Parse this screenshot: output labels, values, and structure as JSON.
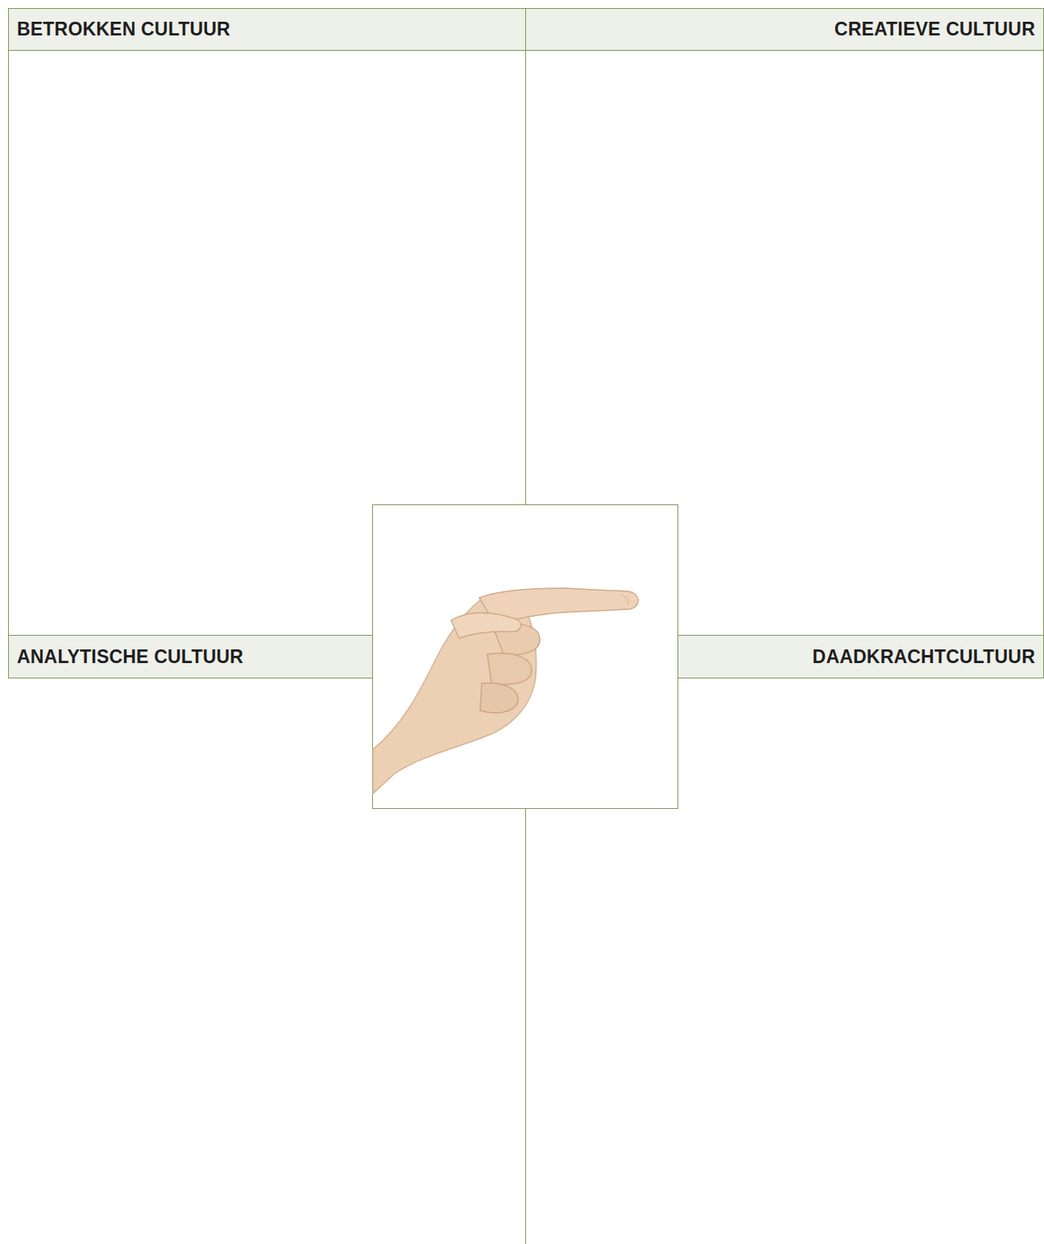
{
  "diagram": {
    "nodes": [
      {
        "text": [
          "BETROKKEN CULTUUR"
        ]
      },
      {
        "text": [
          "CREATIEVE CULTUUR"
        ]
      },
      {
        "text": [
          "ANALYTISCHE CULTUUR"
        ]
      },
      {
        "text": [
          "DAADKRACHTCULTUUR"
        ]
      }
    ]
  }
}
